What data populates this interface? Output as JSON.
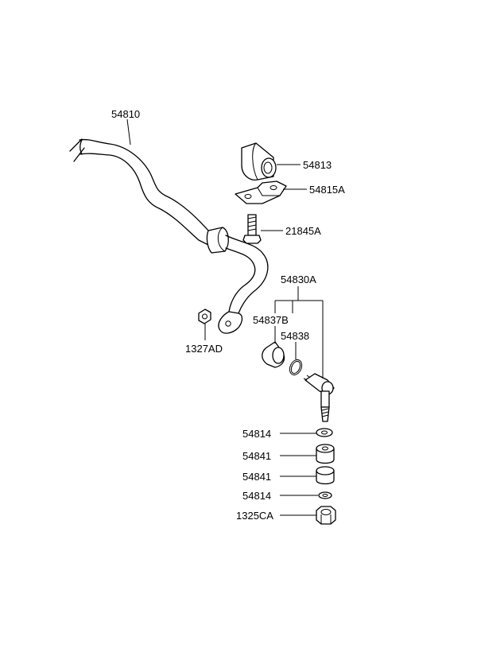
{
  "parts": {
    "stabilizer_bar": "54810",
    "bushing": "54813",
    "bracket": "54815A",
    "bolt": "21845A",
    "bar_nut": "1327AD",
    "link_assembly": "54830A",
    "link_bushing": "54837B",
    "clip": "54838",
    "washer_upper": "54814",
    "rubber_upper": "54841",
    "rubber_lower": "54841",
    "washer_lower": "54814",
    "link_nut": "1325CA"
  }
}
